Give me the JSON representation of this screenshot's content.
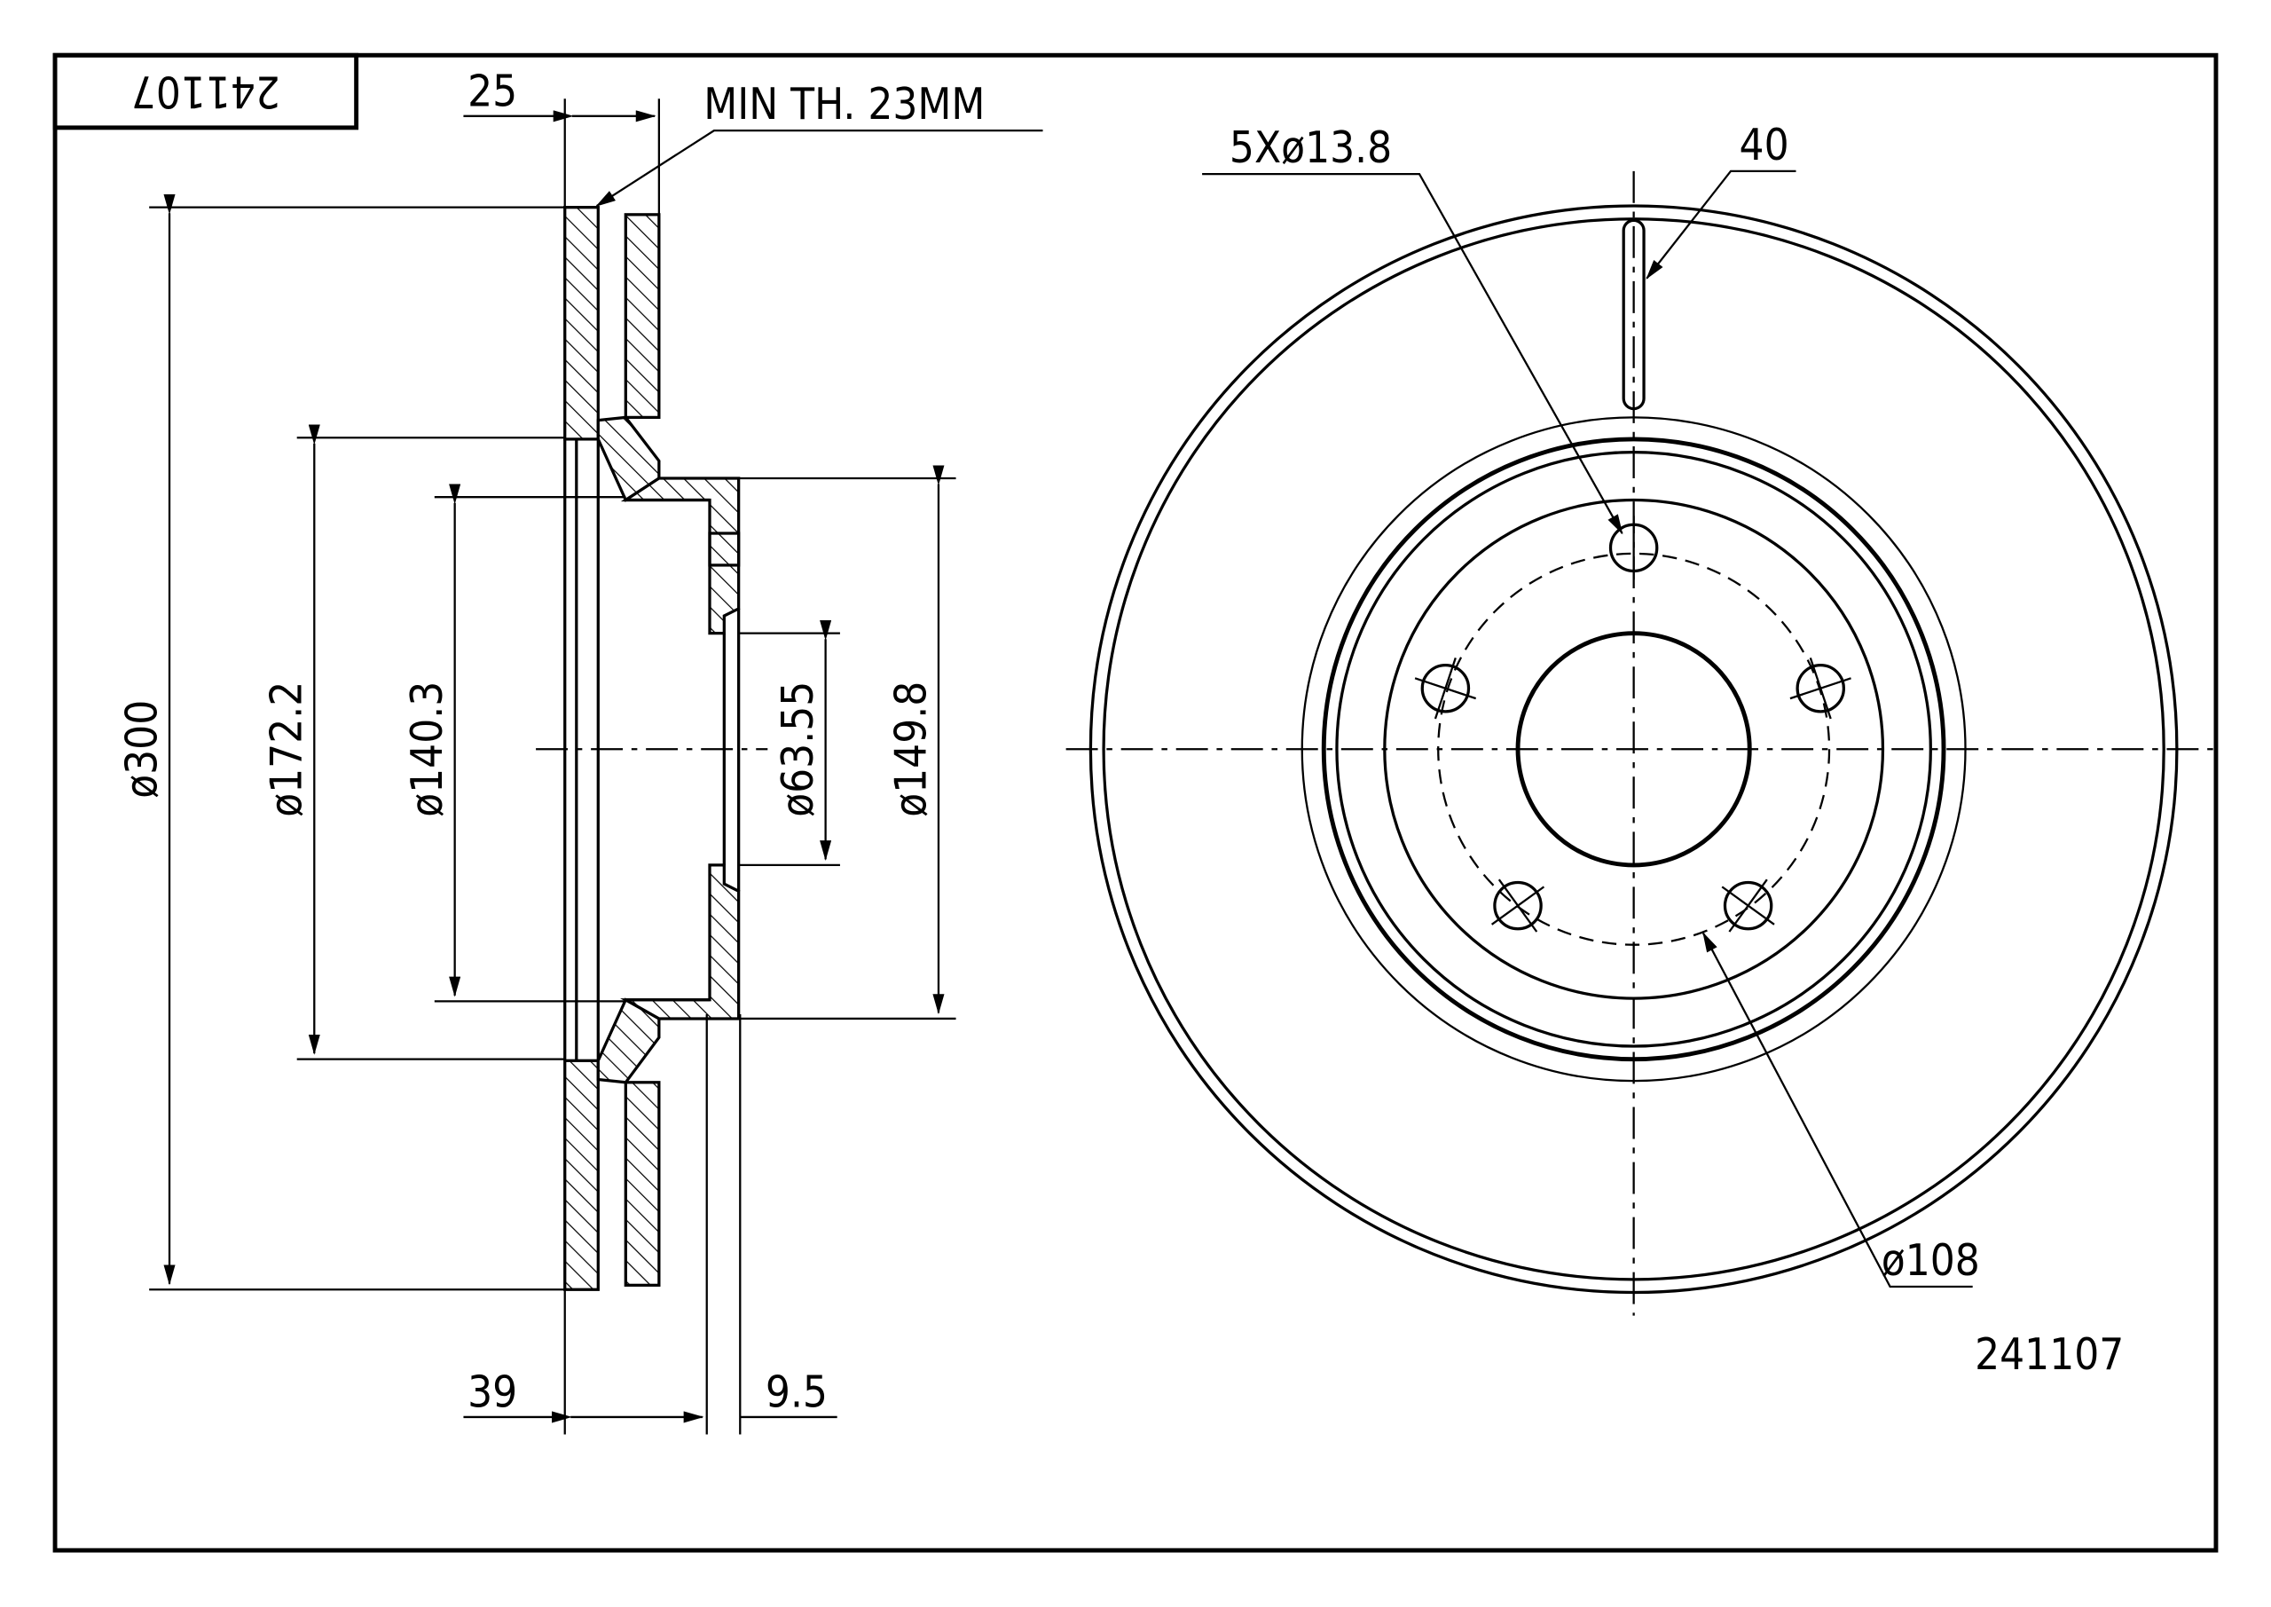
{
  "title_block": {
    "part_number_mirrored": "241107"
  },
  "section_view": {
    "width_label": "25",
    "min_thickness_label": "MIN TH. 23MM",
    "outer_diameter": "ø300",
    "diameter_172": "ø172.2",
    "diameter_140": "ø140.3",
    "bore_diameter": "ø63.55",
    "hat_diameter": "ø149.8",
    "height_label": "39",
    "flange_label": "9.5"
  },
  "front_view": {
    "bolt_holes_label": "5Xø13.8",
    "slot_label": "40",
    "pcd_label": "ø108",
    "part_number": "241107"
  }
}
